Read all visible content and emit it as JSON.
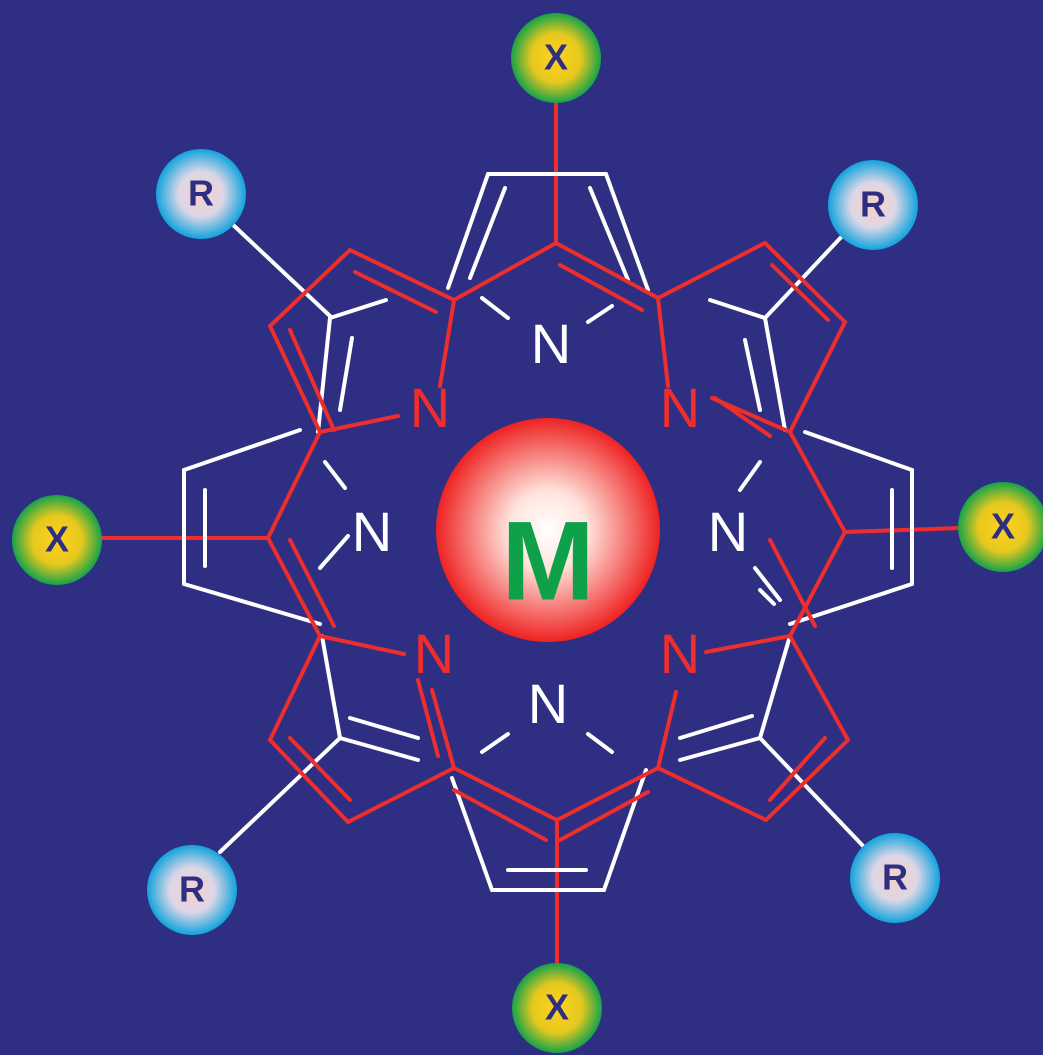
{
  "colors": {
    "background": "#2e2f82",
    "inner_ring": "#ee2d2d",
    "outer_ring": "#ffffff",
    "metal_center": "#ffffff",
    "metal_edge": "#ee2222",
    "metal_text": "#0ea14a",
    "x_center": "#ffd21f",
    "x_edge": "#16a34a",
    "r_center": "#f6d2c8",
    "r_edge": "#12a3dd",
    "sub_text": "#2e2f82"
  },
  "metal": {
    "label": "M"
  },
  "red_nitrogens": [
    {
      "id": "top-left",
      "label": "N"
    },
    {
      "id": "top-right",
      "label": "N"
    },
    {
      "id": "bottom-left",
      "label": "N"
    },
    {
      "id": "bottom-right",
      "label": "N"
    }
  ],
  "white_nitrogens": [
    {
      "id": "top",
      "label": "N"
    },
    {
      "id": "left",
      "label": "N"
    },
    {
      "id": "right",
      "label": "N"
    },
    {
      "id": "bottom",
      "label": "N"
    }
  ],
  "x_substituents": [
    {
      "id": "top",
      "label": "X"
    },
    {
      "id": "left",
      "label": "X"
    },
    {
      "id": "right",
      "label": "X"
    },
    {
      "id": "bottom",
      "label": "X"
    }
  ],
  "r_substituents": [
    {
      "id": "top-left",
      "label": "R"
    },
    {
      "id": "top-right",
      "label": "R"
    },
    {
      "id": "bottom-left",
      "label": "R"
    },
    {
      "id": "bottom-right",
      "label": "R"
    }
  ]
}
